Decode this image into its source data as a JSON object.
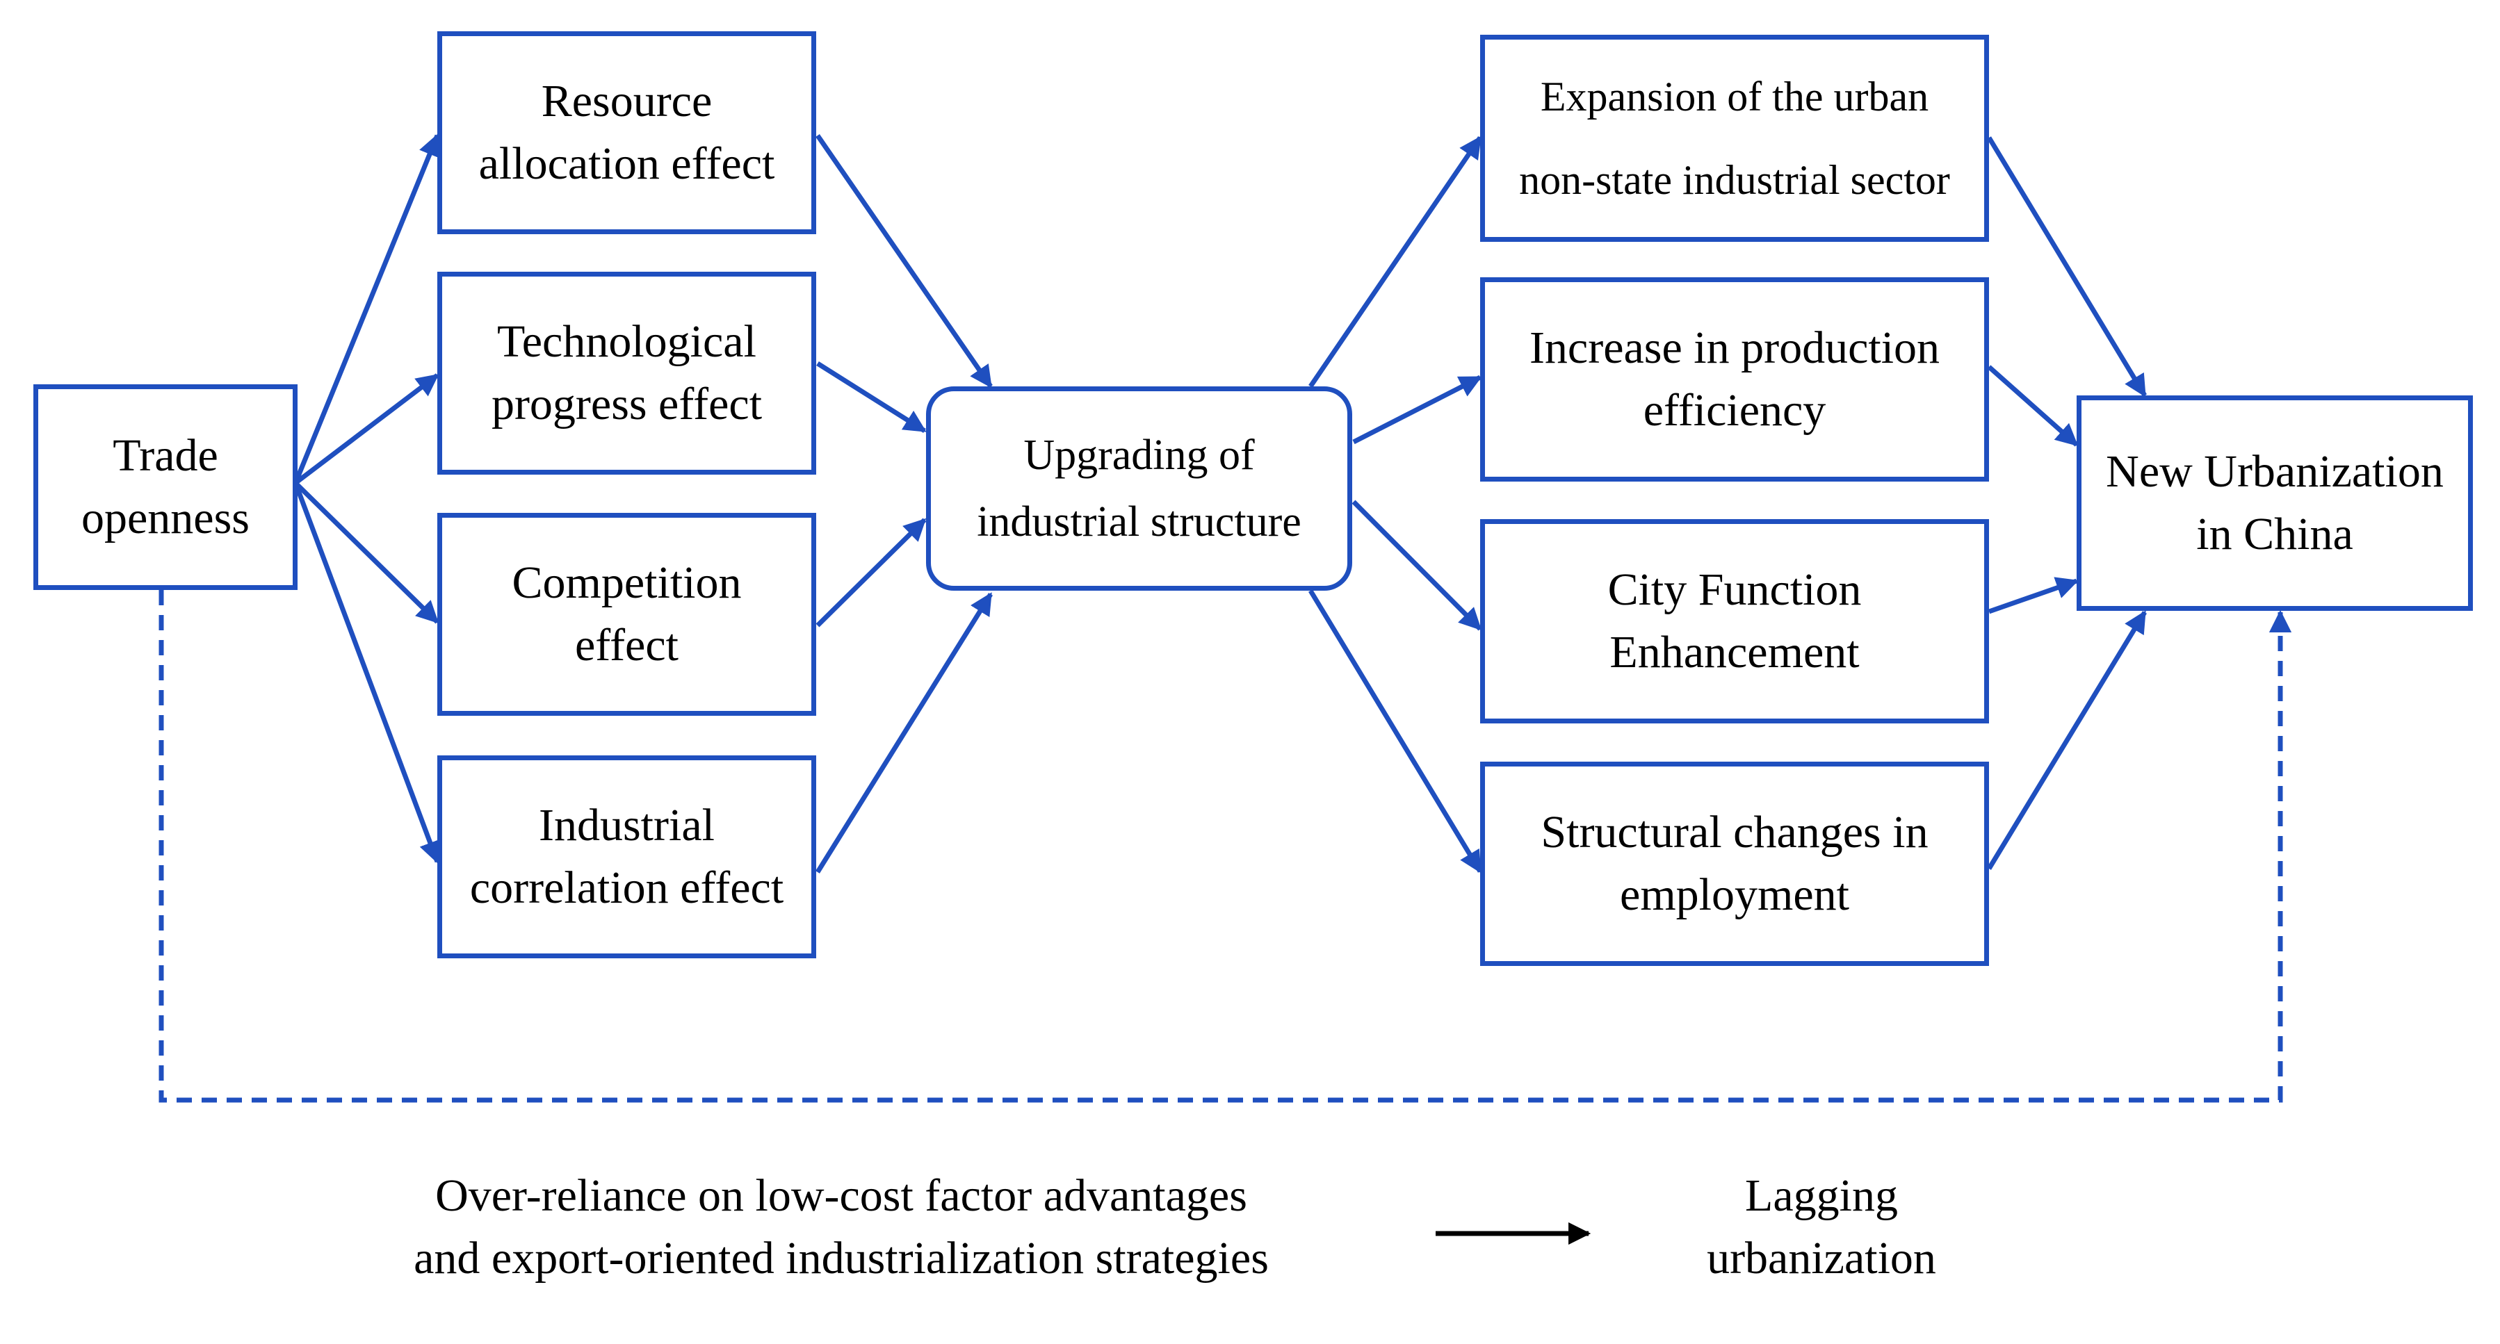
{
  "colors": {
    "stroke": "#1f4fbf",
    "note_arrow": "#000000",
    "text": "#000000",
    "background": "#ffffff"
  },
  "nodes": {
    "trade_openness": {
      "lines": [
        "Trade",
        "openness"
      ]
    },
    "resource_allocation": {
      "lines": [
        "Resource",
        "allocation effect"
      ]
    },
    "technological_progress": {
      "lines": [
        "Technological",
        "progress effect"
      ]
    },
    "competition": {
      "lines": [
        "Competition",
        "effect"
      ]
    },
    "industrial_correlation": {
      "lines": [
        "Industrial",
        "correlation effect"
      ]
    },
    "upgrading": {
      "lines": [
        "Upgrading of",
        "industrial structure"
      ]
    },
    "expansion": {
      "lines": [
        "Expansion of the urban",
        "non-state industrial sector"
      ]
    },
    "production_efficiency": {
      "lines": [
        "Increase in production",
        "efficiency"
      ]
    },
    "city_function": {
      "lines": [
        "City Function",
        "Enhancement"
      ]
    },
    "employment": {
      "lines": [
        "Structural changes in",
        "employment"
      ]
    },
    "new_urbanization": {
      "lines": [
        "New Urbanization",
        "in China"
      ]
    }
  },
  "edges": [
    {
      "from": "trade_openness",
      "to": "resource_allocation",
      "style": "solid"
    },
    {
      "from": "trade_openness",
      "to": "technological_progress",
      "style": "solid"
    },
    {
      "from": "trade_openness",
      "to": "competition",
      "style": "solid"
    },
    {
      "from": "trade_openness",
      "to": "industrial_correlation",
      "style": "solid"
    },
    {
      "from": "resource_allocation",
      "to": "upgrading",
      "style": "solid"
    },
    {
      "from": "technological_progress",
      "to": "upgrading",
      "style": "solid"
    },
    {
      "from": "competition",
      "to": "upgrading",
      "style": "solid"
    },
    {
      "from": "industrial_correlation",
      "to": "upgrading",
      "style": "solid"
    },
    {
      "from": "upgrading",
      "to": "expansion",
      "style": "solid"
    },
    {
      "from": "upgrading",
      "to": "production_efficiency",
      "style": "solid"
    },
    {
      "from": "upgrading",
      "to": "city_function",
      "style": "solid"
    },
    {
      "from": "upgrading",
      "to": "employment",
      "style": "solid"
    },
    {
      "from": "expansion",
      "to": "new_urbanization",
      "style": "solid"
    },
    {
      "from": "production_efficiency",
      "to": "new_urbanization",
      "style": "solid"
    },
    {
      "from": "city_function",
      "to": "new_urbanization",
      "style": "solid"
    },
    {
      "from": "employment",
      "to": "new_urbanization",
      "style": "solid"
    },
    {
      "from": "trade_openness",
      "to": "new_urbanization",
      "style": "dashed"
    }
  ],
  "note": {
    "cause": [
      "Over-reliance on low-cost factor advantages",
      "and export-oriented industrialization strategies"
    ],
    "effect": [
      "Lagging",
      "urbanization"
    ]
  }
}
